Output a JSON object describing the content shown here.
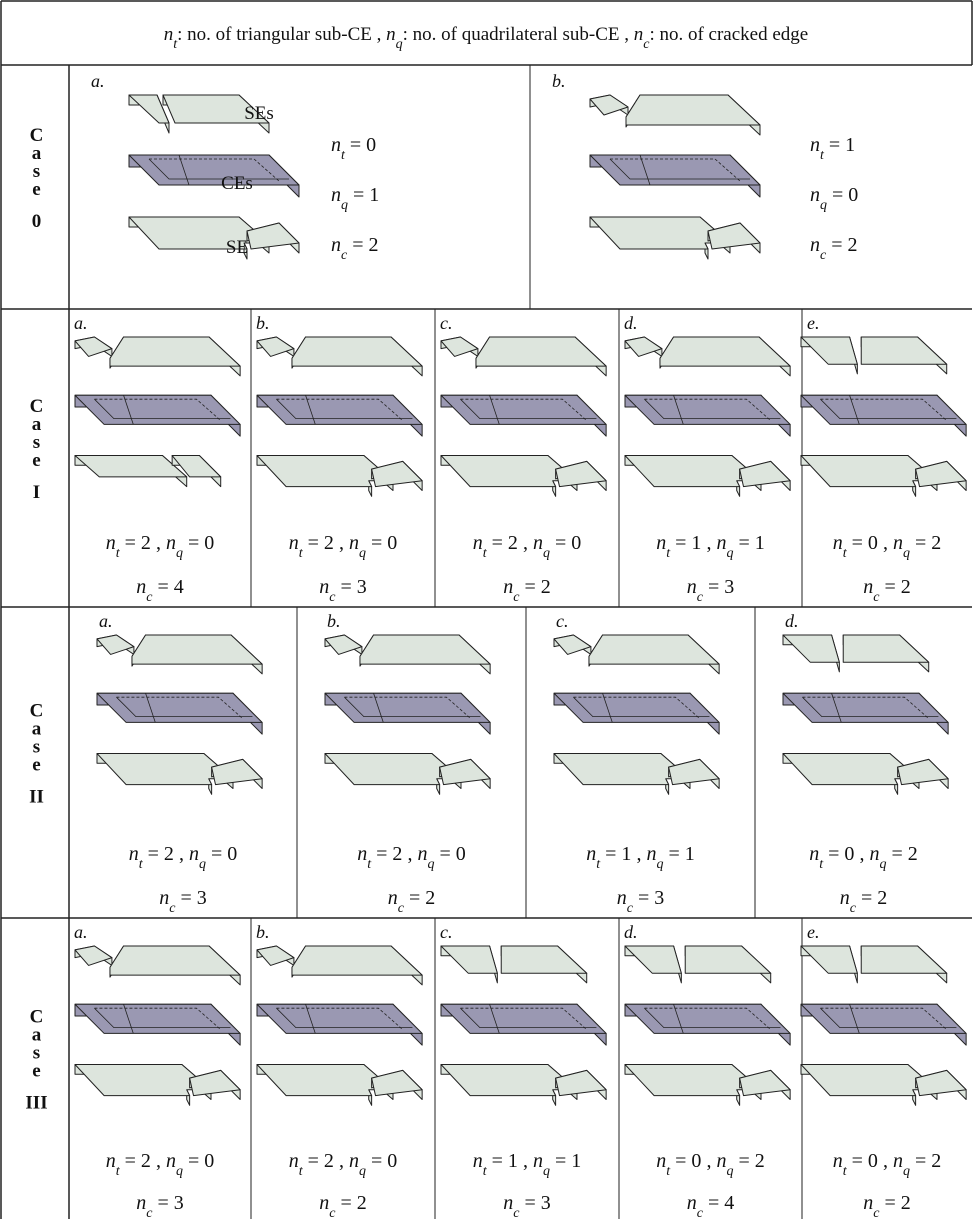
{
  "title_segments": [
    {
      "t": "n",
      "i": true
    },
    {
      "t": "t",
      "s": true
    },
    {
      "t": ": no. of triangular sub-CE , "
    },
    {
      "t": "n",
      "i": true
    },
    {
      "t": "q",
      "s": true
    },
    {
      "t": ": no. of quadrilateral sub-CE , "
    },
    {
      "t": "n",
      "i": true
    },
    {
      "t": "c",
      "s": true
    },
    {
      "t": ": no. of cracked edge"
    }
  ],
  "colors": {
    "se_fill": "#dde5dd",
    "ce_fill": "#9a98b2",
    "line": "#222222"
  },
  "sections": [
    {
      "header": [
        "C",
        "a",
        "s",
        "e",
        "0"
      ],
      "cases": [
        {
          "caption": "a.",
          "labels": [
            "SEs",
            "CEs",
            "SE"
          ],
          "nt": "0",
          "nq": "1",
          "nc": "2",
          "layout": "side"
        },
        {
          "caption": "b.",
          "labels": [],
          "nt": "1",
          "nq": "0",
          "nc": "2",
          "layout": "side"
        }
      ]
    },
    {
      "header": [
        "C",
        "a",
        "s",
        "e",
        "I"
      ],
      "cases": [
        {
          "caption": "a.",
          "nt": "2",
          "nq": "0",
          "nc": "4"
        },
        {
          "caption": "b.",
          "nt": "2",
          "nq": "0",
          "nc": "3"
        },
        {
          "caption": "c.",
          "nt": "2",
          "nq": "0",
          "nc": "2"
        },
        {
          "caption": "d.",
          "nt": "1",
          "nq": "1",
          "nc": "3"
        },
        {
          "caption": "e.",
          "nt": "0",
          "nq": "2",
          "nc": "2"
        }
      ]
    },
    {
      "header": [
        "C",
        "a",
        "s",
        "e",
        "II"
      ],
      "cases": [
        {
          "caption": "a.",
          "nt": "2",
          "nq": "0",
          "nc": "3"
        },
        {
          "caption": "b.",
          "nt": "2",
          "nq": "0",
          "nc": "2"
        },
        {
          "caption": "c.",
          "nt": "1",
          "nq": "1",
          "nc": "3"
        },
        {
          "caption": "d.",
          "nt": "0",
          "nq": "2",
          "nc": "2"
        }
      ]
    },
    {
      "header": [
        "C",
        "a",
        "s",
        "e",
        "III"
      ],
      "cases": [
        {
          "caption": "a.",
          "nt": "2",
          "nq": "0",
          "nc": "3"
        },
        {
          "caption": "b.",
          "nt": "2",
          "nq": "0",
          "nc": "2"
        },
        {
          "caption": "c.",
          "nt": "1",
          "nq": "1",
          "nc": "3"
        },
        {
          "caption": "d.",
          "nt": "0",
          "nq": "2",
          "nc": "4"
        },
        {
          "caption": "e.",
          "nt": "0",
          "nq": "2",
          "nc": "2"
        }
      ]
    }
  ]
}
